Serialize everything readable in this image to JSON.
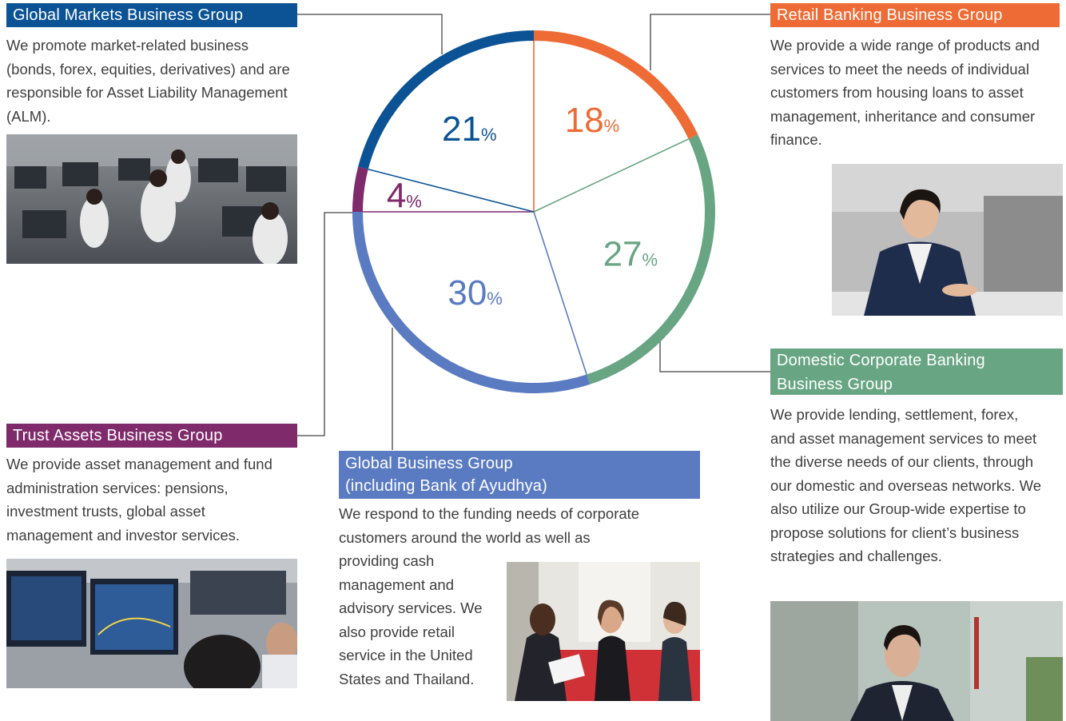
{
  "colors": {
    "global_markets": "#0b5394",
    "retail": "#ee6b35",
    "domestic_corporate": "#68a583",
    "global_business": "#5a7bc2",
    "trust_assets": "#7f2a6a"
  },
  "groups": {
    "global_markets": {
      "title": "Global Markets Business Group",
      "description": "We promote market-related business (bonds, forex, equities, derivatives) and are responsible for Asset Liability Management (ALM)."
    },
    "retail": {
      "title": "Retail Banking Business Group",
      "description": "We provide a wide range of products and services to meet the needs of individual customers from housing loans to asset management, inheritance and consumer finance."
    },
    "domestic_corporate": {
      "title_line1": "Domestic Corporate Banking",
      "title_line2": "Business Group",
      "description": "We provide lending, settlement, forex, and asset management services to meet the diverse needs of our clients, through our domestic and overseas networks. We also utilize our Group-wide expertise to propose solutions for client’s business strategies and challenges."
    },
    "trust_assets": {
      "title": "Trust Assets Business Group",
      "description": "We provide asset management and fund administration services: pensions, investment trusts, global asset management and investor services."
    },
    "global_business": {
      "title_line1": "Global Business Group",
      "title_line2": "(including Bank of Ayudhya)",
      "description_top": "We respond to the funding needs of corporate customers around the world as well as",
      "description_bottom": "providing cash management and advisory services. We also provide retail service in the United States and Thailand."
    }
  },
  "chart_data": {
    "type": "pie",
    "unit": "%",
    "slices": [
      {
        "label": "Retail Banking Business Group",
        "value": 18,
        "color": "#ee6b35"
      },
      {
        "label": "Domestic Corporate Banking Business Group",
        "value": 27,
        "color": "#68a583"
      },
      {
        "label": "Global Business Group (including Bank of Ayudhya)",
        "value": 30,
        "color": "#5a7bc2"
      },
      {
        "label": "Trust Assets Business Group",
        "value": 4,
        "color": "#7f2a6a"
      },
      {
        "label": "Global Markets Business Group",
        "value": 21,
        "color": "#0b5394"
      }
    ]
  }
}
